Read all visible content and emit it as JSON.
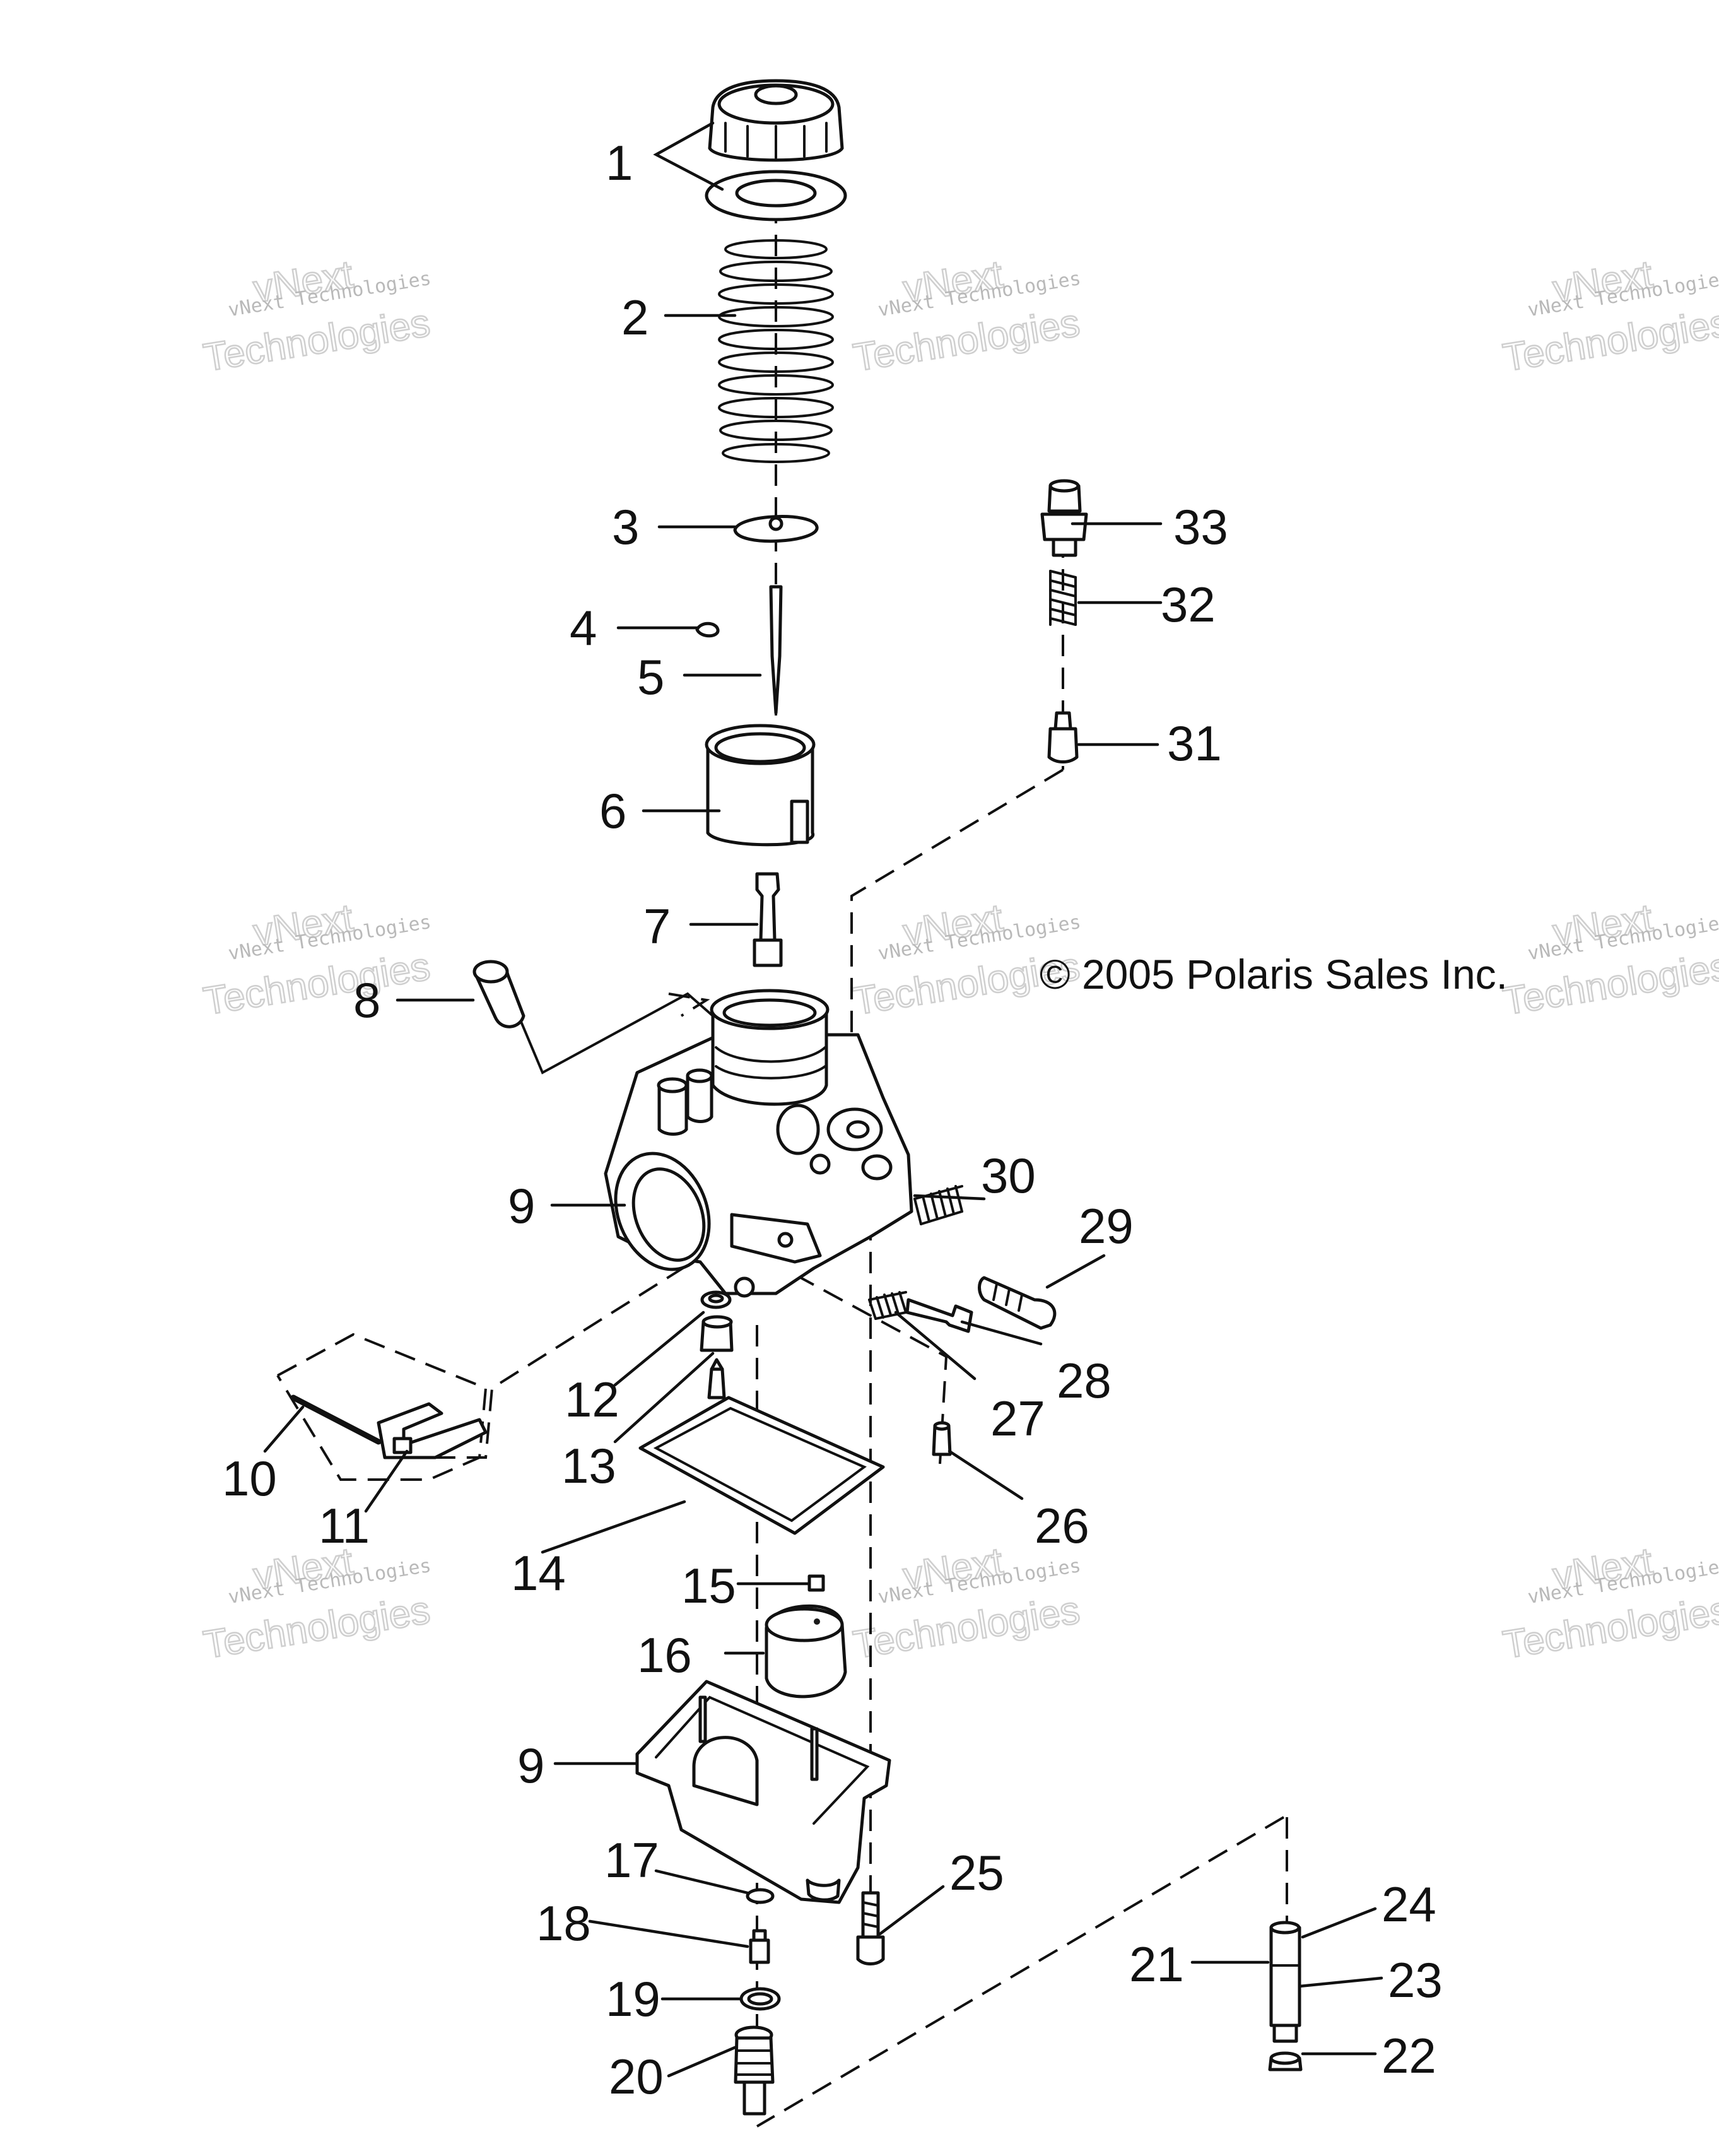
{
  "watermark": {
    "brand": "vNext",
    "line1": "vNext Technologies",
    "line2": "Technologies"
  },
  "copyright": "© 2005 Polaris Sales Inc.",
  "callouts": [
    "1",
    "2",
    "3",
    "4",
    "5",
    "6",
    "7",
    "8",
    "9",
    "9",
    "10",
    "11",
    "12",
    "13",
    "14",
    "15",
    "16",
    "17",
    "18",
    "19",
    "20",
    "21",
    "22",
    "23",
    "24",
    "25",
    "26",
    "27",
    "28",
    "29",
    "30",
    "31",
    "32",
    "33"
  ]
}
